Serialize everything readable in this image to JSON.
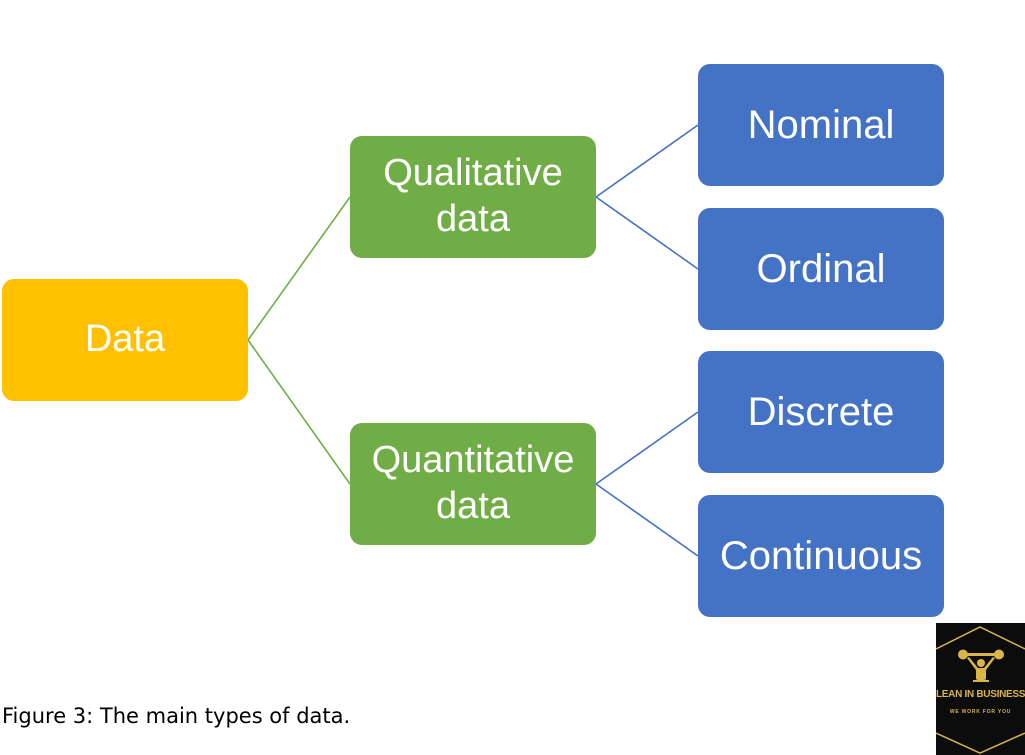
{
  "diagram": {
    "root": {
      "label": "Data",
      "color": "#FFC000"
    },
    "branches": [
      {
        "label": "Qualitative\ndata",
        "color": "#70AD47",
        "children": [
          {
            "label": "Nominal"
          },
          {
            "label": "Ordinal"
          }
        ]
      },
      {
        "label": "Quantitative\ndata",
        "color": "#70AD47",
        "children": [
          {
            "label": "Discrete"
          },
          {
            "label": "Continuous"
          }
        ]
      }
    ],
    "leaf_color": "#4472C4",
    "connector_colors": {
      "root": "#70AD47",
      "branch": "#4472C4"
    }
  },
  "caption": "Figure 3: The main types of data.",
  "logo": {
    "line1": "LEAN IN BUSINESS",
    "line2": "WE WORK FOR YOU",
    "accent": "#D9B54A"
  }
}
